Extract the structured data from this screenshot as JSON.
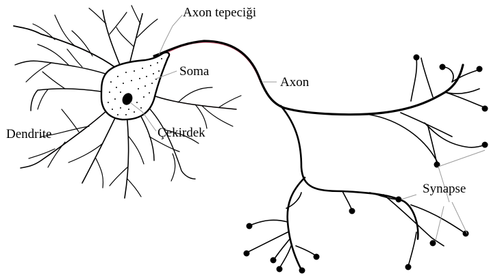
{
  "labels": {
    "axon_hillock": "Axon tepeciği",
    "soma": "Soma",
    "axon": "Axon",
    "dendrite": "Dendrite",
    "nucleus": "Çekirdek",
    "synapse": "Synapse"
  }
}
